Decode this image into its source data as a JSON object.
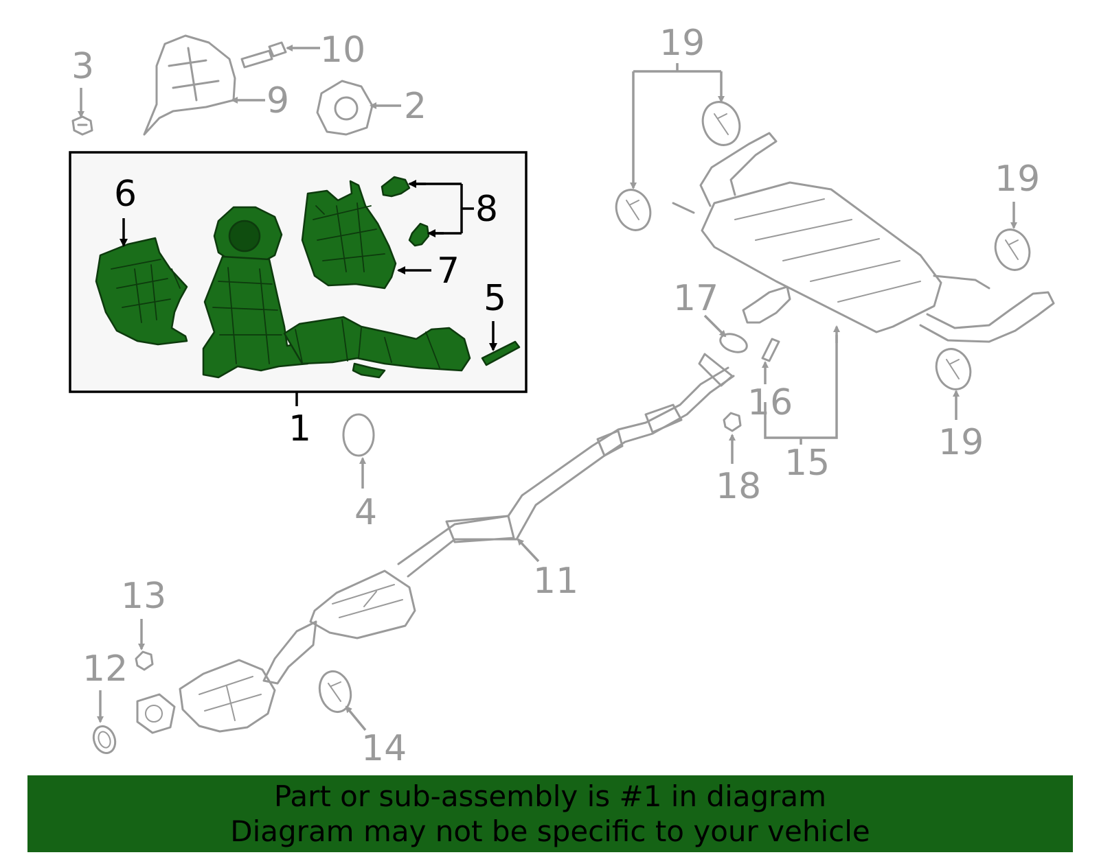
{
  "callouts": {
    "c1": "1",
    "c2": "2",
    "c3": "3",
    "c4": "4",
    "c5": "5",
    "c6": "6",
    "c7": "7",
    "c8": "8",
    "c9": "9",
    "c10": "10",
    "c11": "11",
    "c12": "12",
    "c13": "13",
    "c14": "14",
    "c15": "15",
    "c16": "16",
    "c17": "17",
    "c18": "18",
    "c19a": "19",
    "c19b": "19",
    "c19c": "19"
  },
  "banner": {
    "line1": "Part or sub-assembly is #1 in diagram",
    "line2": "Diagram may not be specific to your vehicle"
  },
  "colors": {
    "highlight": "#1a6e1a",
    "banner": "#156315",
    "lineart": "#9a9a9a",
    "box_fill": "#f7f7f7"
  }
}
